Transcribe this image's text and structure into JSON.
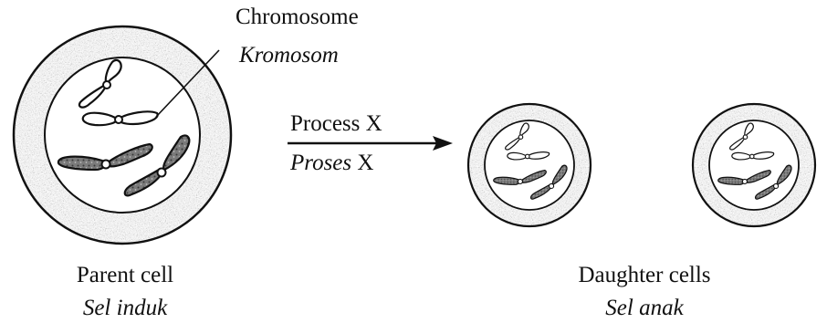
{
  "labels": {
    "chromosome_en": "Chromosome",
    "chromosome_ms": "Kromosom",
    "process_en": "Process X",
    "process_ms_word": "Proses",
    "process_ms_letter": "X",
    "parent_en": "Parent cell",
    "parent_ms": "Sel induk",
    "daughter_en": "Daughter cells",
    "daughter_ms": "Sel anak"
  },
  "colors": {
    "ink": "#111111",
    "membrane": "#8f8f8f",
    "chromosome_fill": "#6e6e6e"
  }
}
